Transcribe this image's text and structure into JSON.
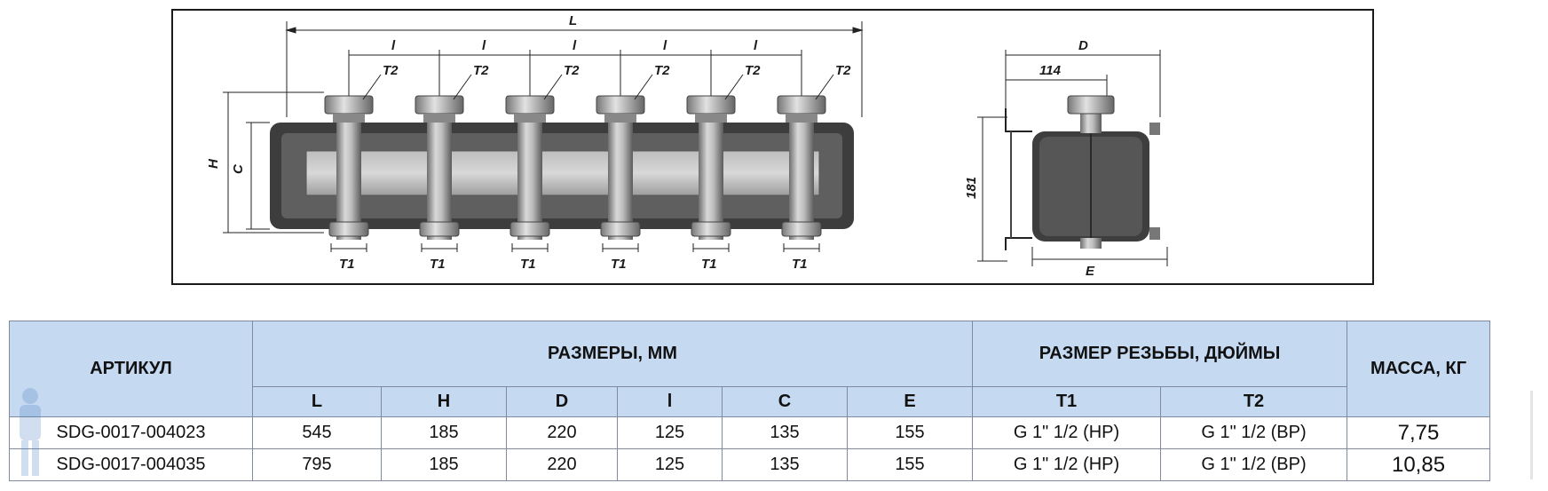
{
  "drawing": {
    "front_labels": {
      "overall_length": "L",
      "spacing": "l",
      "top_connection": "T2",
      "bottom_connection": "T1",
      "height": "H",
      "center": "C"
    },
    "side_labels": {
      "depth": "D",
      "offset": "114",
      "height": "181",
      "bracket": "E"
    }
  },
  "table": {
    "headers": {
      "article": "АРТИКУЛ",
      "dimensions": "РАЗМЕРЫ, ММ",
      "thread": "РАЗМЕР РЕЗЬБЫ, ДЮЙМЫ",
      "mass": "МАССА, КГ"
    },
    "subheaders": [
      "L",
      "H",
      "D",
      "l",
      "C",
      "E",
      "T1",
      "T2"
    ],
    "rows": [
      {
        "article": "SDG-0017-004023",
        "L": "545",
        "H": "185",
        "D": "220",
        "l": "125",
        "C": "135",
        "E": "155",
        "T1": "G 1\" 1/2 (НР)",
        "T2": "G 1\" 1/2 (ВР)",
        "mass": "7,75"
      },
      {
        "article": "SDG-0017-004035",
        "L": "795",
        "H": "185",
        "D": "220",
        "l": "125",
        "C": "135",
        "E": "155",
        "T1": "G 1\" 1/2 (НР)",
        "T2": "G 1\" 1/2 (ВР)",
        "mass": "10,85"
      }
    ]
  },
  "colors": {
    "header_bg": "#c5d9f1",
    "border": "#7f8aa0",
    "body_gray": "#6d6d6d"
  }
}
